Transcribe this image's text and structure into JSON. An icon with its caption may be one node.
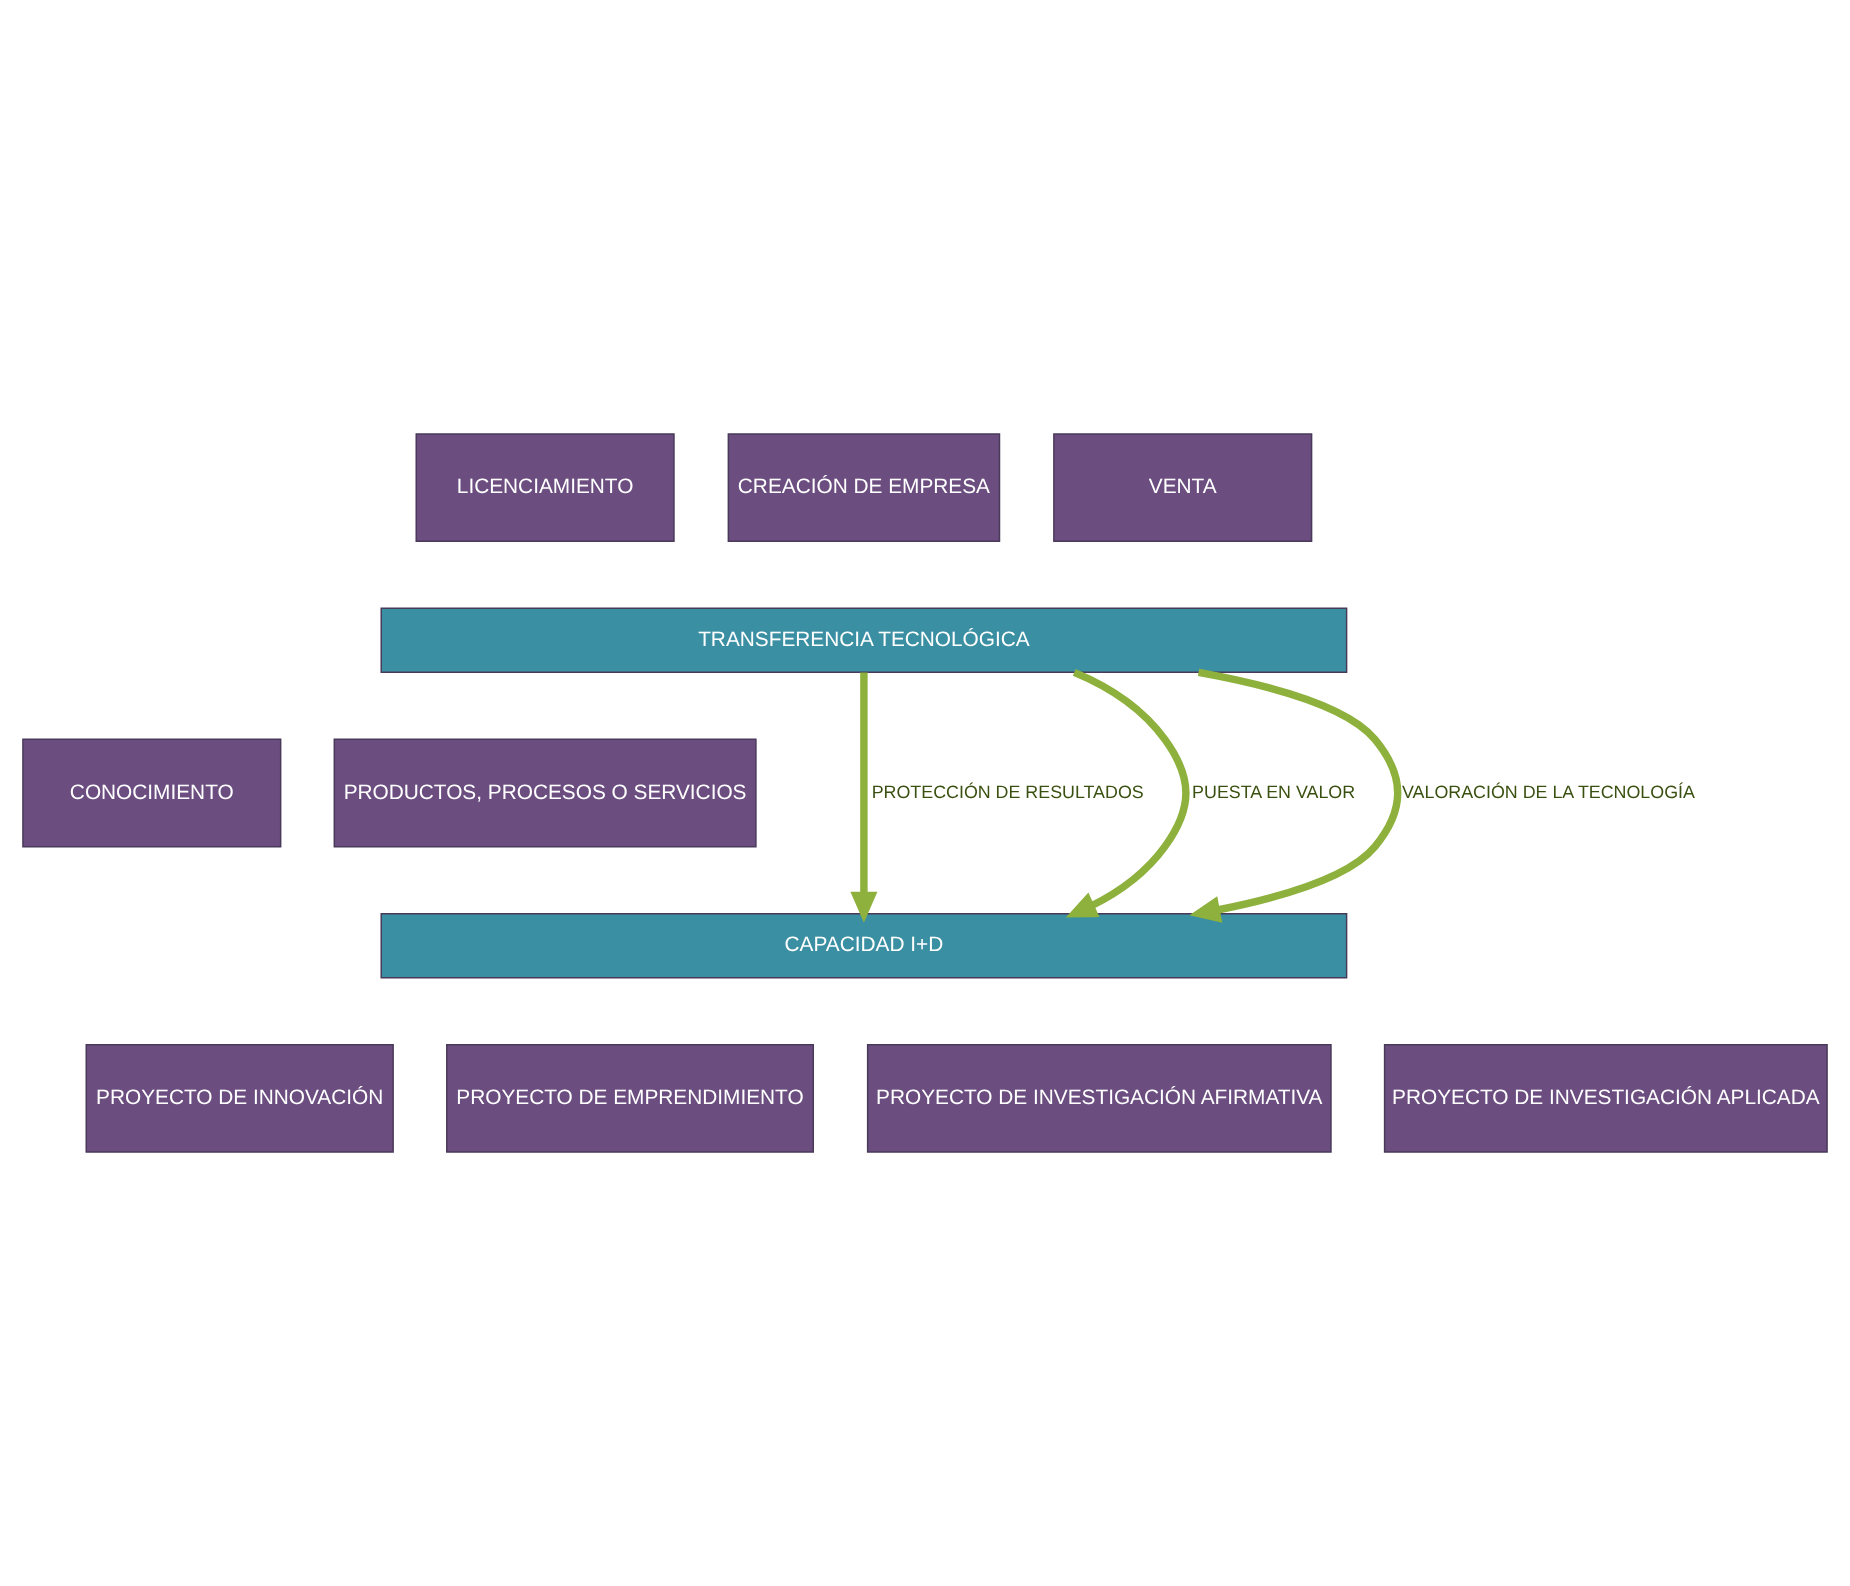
{
  "diagram": {
    "nodes": [
      {
        "text": [
          "LICENCIAMIENTO"
        ]
      },
      {
        "text": [
          "CREACIÓN DE EMPRESA"
        ]
      },
      {
        "text": [
          "VENTA"
        ]
      },
      {
        "text": [
          "TRANSFERENCIA TECNOLÓGICA"
        ]
      },
      {
        "text": [
          "CONOCIMIENTO"
        ]
      },
      {
        "text": [
          "PRODUCTOS, PROCESOS O SERVICIOS"
        ]
      },
      {
        "text": [
          "CAPACIDAD I+D"
        ]
      },
      {
        "text": [
          "PROYECTO DE INNOVACIÓN"
        ]
      },
      {
        "text": [
          "PROYECTO DE EMPRENDIMIENTO"
        ]
      },
      {
        "text": [
          "PROYECTO DE INVESTIGACIÓN AFIRMATIVA"
        ]
      },
      {
        "text": [
          "PROYECTO DE INVESTIGACIÓN APLICADA"
        ]
      }
    ],
    "edges": [
      {
        "from": 3,
        "to": 6,
        "arrow": "to",
        "label": "PROTECCIÓN DE RESULTADOS"
      },
      {
        "from": 3,
        "to": 6,
        "arrow": "to",
        "label": "PUESTA EN VALOR"
      },
      {
        "from": 3,
        "to": 6,
        "arrow": "to",
        "label": "VALORACIÓN DE LA TECNOLOGÍA"
      }
    ]
  }
}
